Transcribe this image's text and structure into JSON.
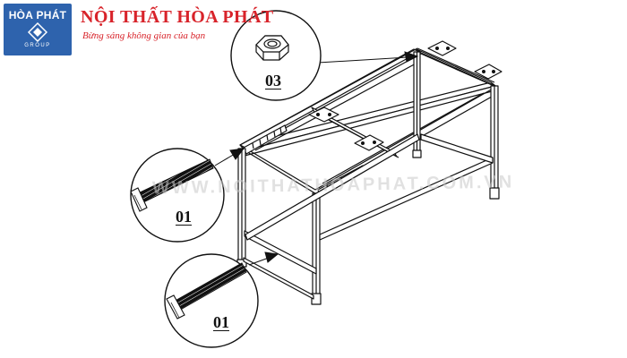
{
  "brand": {
    "logo_top": "HÒA PHÁT",
    "logo_bottom": "GROUP",
    "title": "NỘI THẤT HÒA PHÁT",
    "slogan": "Bừng sáng không gian của bạn"
  },
  "watermark": "WWW.NOITHATHOAPHAT.COM.VN",
  "callouts": [
    {
      "label": "03",
      "part": "hex-nut"
    },
    {
      "label": "01",
      "part": "screw"
    },
    {
      "label": "01",
      "part": "screw"
    }
  ],
  "colors": {
    "brand_red": "#d8232a",
    "logo_blue": "#2e63ad",
    "line": "#111111"
  }
}
